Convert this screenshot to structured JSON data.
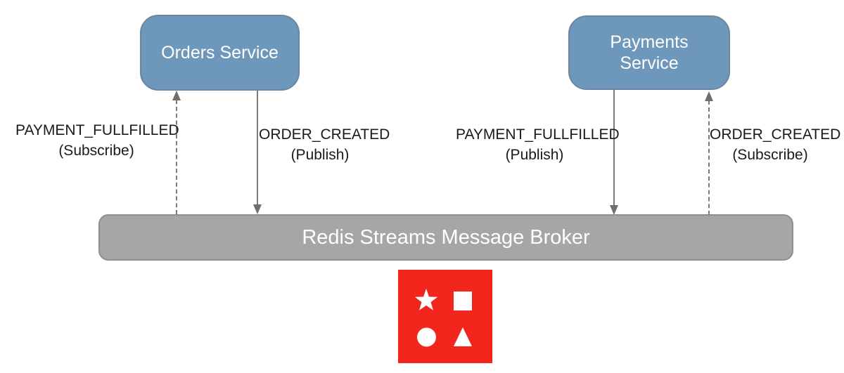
{
  "diagram": {
    "services": [
      {
        "id": "orders",
        "label": "Orders Service"
      },
      {
        "id": "payments",
        "label": "Payments Service"
      }
    ],
    "broker": {
      "label": "Redis Streams Message Broker"
    },
    "edges": [
      {
        "event": "PAYMENT_FULLFILLED",
        "mode": "(Subscribe)",
        "style": "dashed",
        "direction": "up",
        "from": "broker",
        "to": "orders"
      },
      {
        "event": "ORDER_CREATED",
        "mode": "(Publish)",
        "style": "solid",
        "direction": "down",
        "from": "orders",
        "to": "broker"
      },
      {
        "event": "PAYMENT_FULLFILLED",
        "mode": "(Publish)",
        "style": "solid",
        "direction": "down",
        "from": "payments",
        "to": "broker"
      },
      {
        "event": "ORDER_CREATED",
        "mode": "(Subscribe)",
        "style": "dashed",
        "direction": "up",
        "from": "broker",
        "to": "payments"
      }
    ],
    "logo": {
      "name": "redis-shapes-logo",
      "shapes": [
        "star",
        "square",
        "circle",
        "triangle"
      ]
    },
    "colors": {
      "service_fill": "#6d97bb",
      "service_border": "#6b86a0",
      "broker_fill": "#a6a6a6",
      "broker_border": "#8f8f8f",
      "arrow_color": "#7a7a7a",
      "arrow_head": "#6e6e6e",
      "label_color": "#1a1a1a",
      "logo_red": "#f3261d"
    }
  }
}
